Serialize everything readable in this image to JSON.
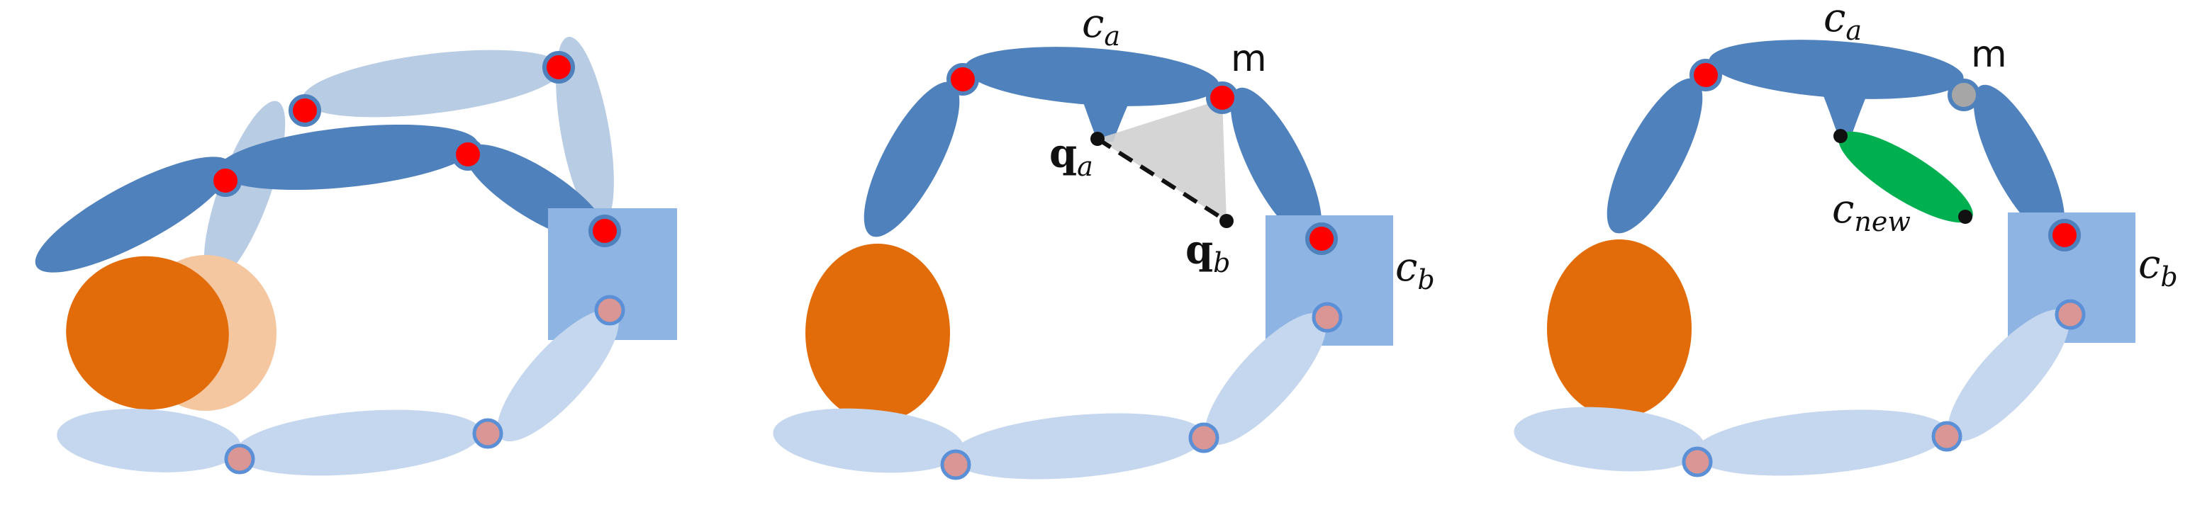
{
  "colors": {
    "link_dark": "#4f81bd",
    "link_light": "#c5d7ee",
    "link_faded": "#b8cce4",
    "box": "#8eb4e3",
    "obstacle": "#e36c0a",
    "obstacle_faded": "#f5c7a0",
    "joint_red": "#ff0000",
    "joint_pink": "#d99694",
    "joint_grey": "#a6a6a6",
    "new_link": "#00b050",
    "triangle": "#d0d0d0"
  },
  "panel2": {
    "ca": {
      "base": "c",
      "sub": "a"
    },
    "m": "m",
    "qa": {
      "base": "q",
      "sub": "a"
    },
    "qb": {
      "base": "q",
      "sub": "b"
    },
    "cb": {
      "base": "c",
      "sub": "b"
    }
  },
  "panel3": {
    "ca": {
      "base": "c",
      "sub": "a"
    },
    "m": "m",
    "cnew": {
      "base": "c",
      "sub": "new"
    },
    "cb": {
      "base": "c",
      "sub": "b"
    }
  }
}
